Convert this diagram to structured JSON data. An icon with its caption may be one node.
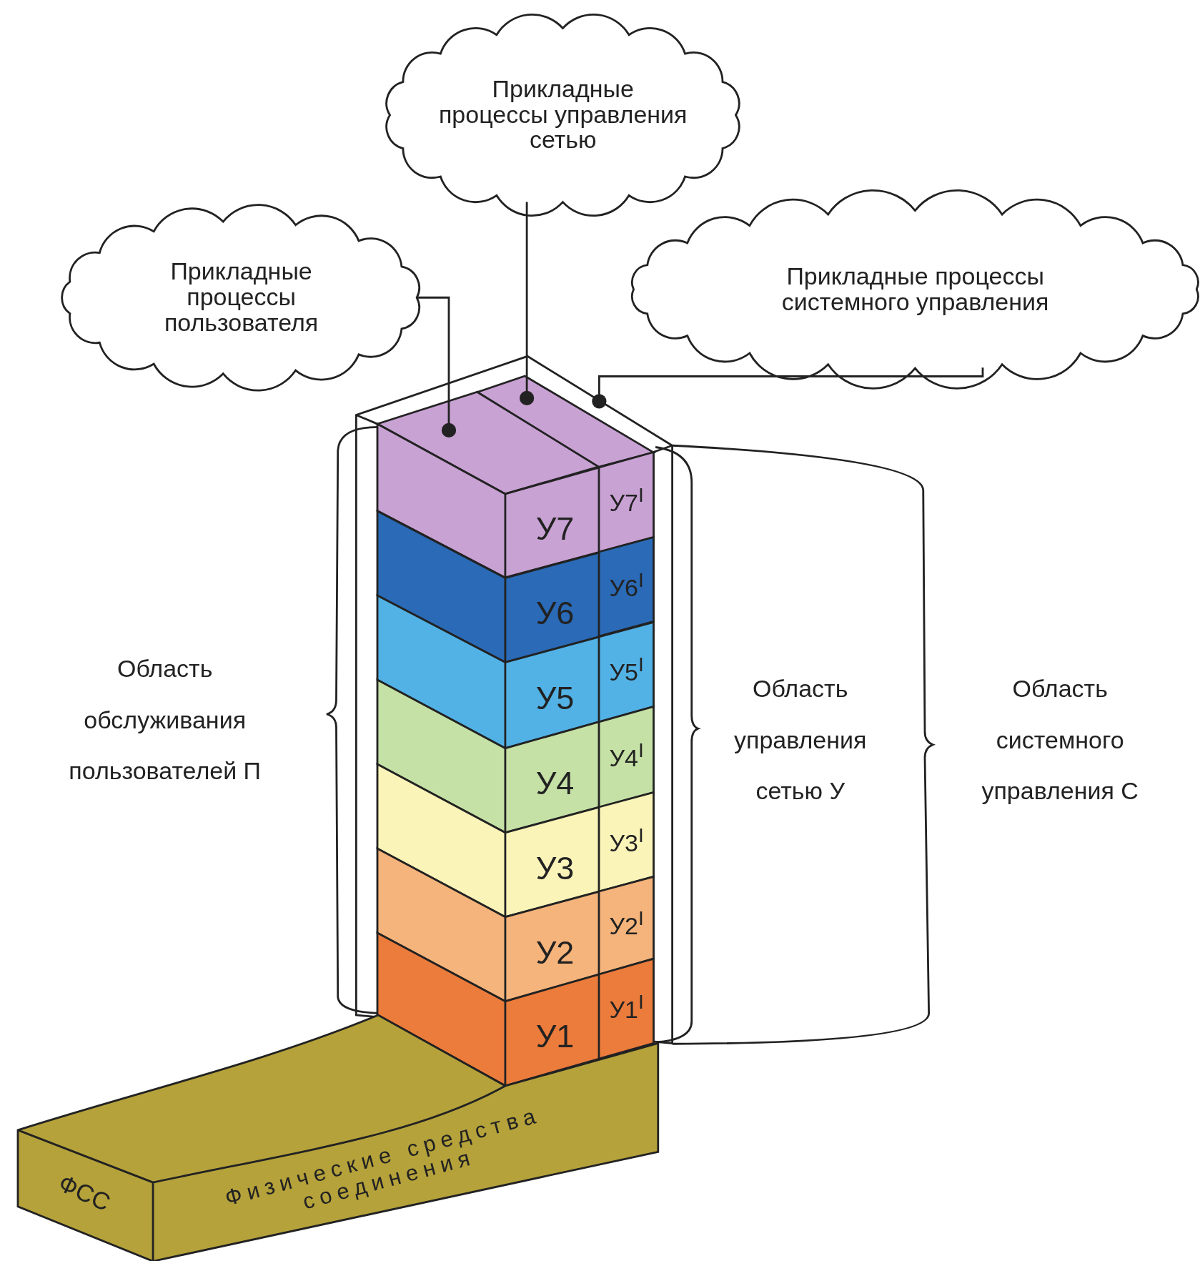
{
  "diagram": {
    "nodes": [
      {
        "text": [
          "Прикладные процессы управления сетью"
        ]
      },
      {
        "text": [
          "Прикладные процессы пользователя"
        ]
      },
      {
        "text": [
          "Прикладные процессы системного управления"
        ]
      },
      {
        "text": [],
        "shape": "box"
      },
      {
        "text": [],
        "shape": "box",
        "in": 3
      },
      {
        "text": [],
        "shape": "box",
        "in": 3
      },
      {
        "text": [
          "У7"
        ],
        "in": 3
      },
      {
        "text": [
          "У6"
        ],
        "in": 3
      },
      {
        "text": [
          "У5"
        ],
        "in": 3
      },
      {
        "text": [
          "У4"
        ],
        "in": 3
      },
      {
        "text": [
          "У3"
        ],
        "in": 3
      },
      {
        "text": [
          "У2"
        ],
        "in": 3
      },
      {
        "text": [
          "У1"
        ]
      },
      {
        "text": [
          "У7$^{I}$"
        ],
        "in": 3
      },
      {
        "text": [
          "У6$^{I}$"
        ],
        "in": 3
      },
      {
        "text": [
          "У5$^{I}$"
        ],
        "in": 3
      },
      {
        "text": [
          "У4$^{I}$"
        ],
        "in": 3
      },
      {
        "text": [
          "У3$^{I}$"
        ],
        "in": 3
      },
      {
        "text": [
          "У2$^{I}$"
        ],
        "in": 3
      },
      {
        "text": [
          "У1$^{I}$"
        ]
      },
      {
        "text": [
          "ФСС",
          "Физические средства соединения"
        ]
      }
    ],
    "edges": [
      {
        "from": 0,
        "to": 5,
        "arrow": "other"
      },
      {
        "from": 1,
        "to": 4,
        "arrow": "other"
      },
      {
        "from": 2,
        "to": 3,
        "arrow": "other"
      }
    ],
    "labels": [
      "Область обслуживания пользователей П",
      "Область управления сетью У",
      "Область системного управления С"
    ]
  }
}
